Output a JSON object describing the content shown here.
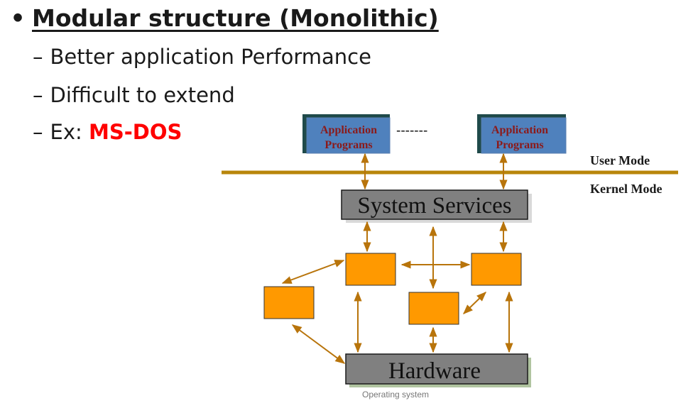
{
  "slide": {
    "bullet_symbol": "•",
    "title": "Modular structure (Monolithic)",
    "dash": "–",
    "points": [
      {
        "text": "Better application Performance"
      },
      {
        "text": "Difficult to extend"
      },
      {
        "prefix": "Ex: ",
        "highlight": "MS-DOS"
      }
    ],
    "footer": "Operating system"
  },
  "diagram": {
    "app_left": [
      "Application",
      "Programs"
    ],
    "app_right": [
      "Application",
      "Programs"
    ],
    "dashes": "-------",
    "user_mode": "User Mode",
    "kernel_mode": "Kernel Mode",
    "system_services": "System Services",
    "hardware": "Hardware",
    "colors": {
      "app_fill": "#4f81bd",
      "app_shadow": "#1f4a4a",
      "app_text": "#8b1a1a",
      "mode_line": "#b8860b",
      "arrow": "#b8740b",
      "module_fill": "#ff9900",
      "service_fill": "#808080"
    }
  }
}
